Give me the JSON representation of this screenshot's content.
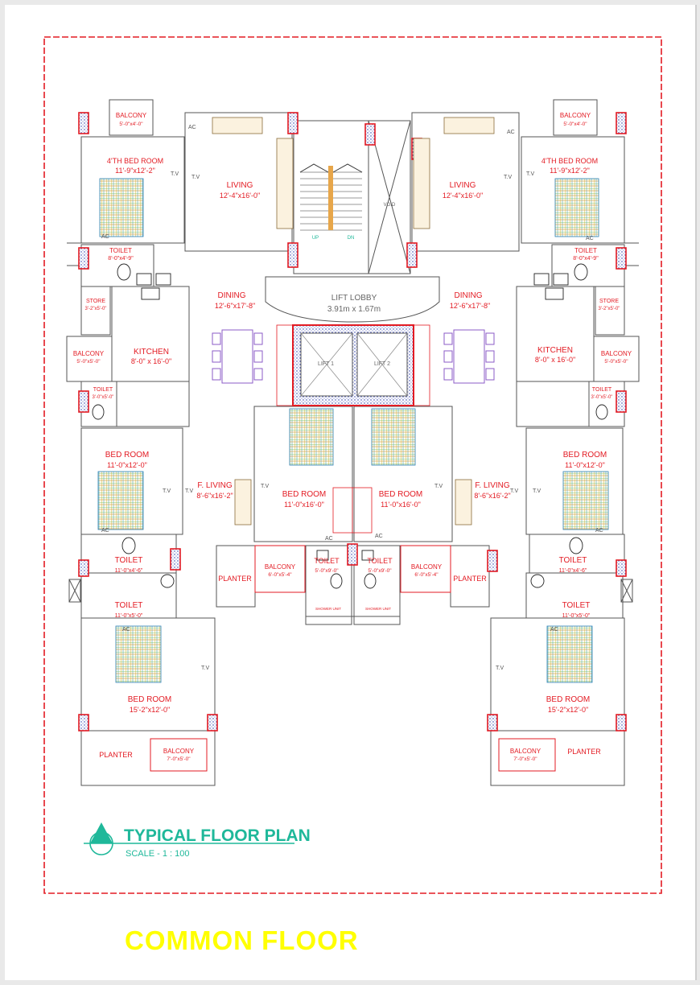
{
  "plan": {
    "title": "TYPICAL FLOOR PLAN",
    "scale": "SCALE - 1 : 100",
    "footer": "COMMON FLOOR",
    "left": {
      "balcony_top": {
        "name": "BALCONY",
        "size": "5'-0\"x4'-0\""
      },
      "bed4": {
        "name": "4'TH BED ROOM",
        "size": "11'-9\"x12'-2\""
      },
      "living": {
        "name": "LIVING",
        "size": "12'-4\"x16'-0\""
      },
      "toilet1": {
        "name": "TOILET",
        "size": "8'-0\"x4'-9\""
      },
      "store": {
        "name": "STORE",
        "size": "3'-2\"x5'-0\""
      },
      "dining": {
        "name": "DINING",
        "size": "12'-6\"x17'-8\""
      },
      "balcony_mid": {
        "name": "BALCONY",
        "size": "5'-0\"x5'-0\""
      },
      "kitchen": {
        "name": "KITCHEN",
        "size": "8'-0\" x 16'-0\""
      },
      "toilet2": {
        "name": "TOILET",
        "size": "3'-0\"x5'-0\""
      },
      "bed": {
        "name": "BED ROOM",
        "size": "11'-0\"x12'-0\""
      },
      "fliving": {
        "name": "F. LIVING",
        "size": "8'-6\"x16'-2\""
      },
      "toilet3": {
        "name": "TOILET",
        "size": "11'-0\"x4'-6\""
      },
      "toilet4": {
        "name": "TOILET",
        "size": "11'-0\"x5'-0\""
      },
      "bed_big": {
        "name": "BED ROOM",
        "size": "15'-2\"x12'-0\""
      },
      "planter": "PLANTER",
      "balcony_bot": {
        "name": "BALCONY",
        "size": "7'-0\"x5'-0\""
      },
      "planter_mid": "PLANTER"
    },
    "right": {
      "balcony_top": {
        "name": "BALCONY",
        "size": "5'-0\"x4'-0\""
      },
      "bed4": {
        "name": "4'TH BED ROOM",
        "size": "11'-9\"x12'-2\""
      },
      "living": {
        "name": "LIVING",
        "size": "12'-4\"x16'-0\""
      },
      "toilet1": {
        "name": "TOILET",
        "size": "8'-0\"x4'-9\""
      },
      "store": {
        "name": "STORE",
        "size": "3'-2\"x5'-0\""
      },
      "dining": {
        "name": "DINING",
        "size": "12'-6\"x17'-8\""
      },
      "balcony_mid": {
        "name": "BALCONY",
        "size": "5'-0\"x5'-0\""
      },
      "kitchen": {
        "name": "KITCHEN",
        "size": "8'-0\" x 16'-0\""
      },
      "toilet2": {
        "name": "TOILET",
        "size": "3'-0\"x5'-0\""
      },
      "bed": {
        "name": "BED ROOM",
        "size": "11'-0\"x12'-0\""
      },
      "fliving": {
        "name": "F. LIVING",
        "size": "8'-6\"x16'-2\""
      },
      "toilet3": {
        "name": "TOILET",
        "size": "11'-0\"x4'-6\""
      },
      "toilet4": {
        "name": "TOILET",
        "size": "11'-0\"x5'-0\""
      },
      "bed_big": {
        "name": "BED ROOM",
        "size": "15'-2\"x12'-0\""
      },
      "planter": "PLANTER",
      "balcony_bot": {
        "name": "BALCONY",
        "size": "7'-0\"x5'-0\""
      },
      "planter_mid": "PLANTER"
    },
    "center": {
      "void": "VOID",
      "up": "UP",
      "dn": "DN",
      "lobby": {
        "name": "LIFT LOBBY",
        "size": "3.91m x 1.67m"
      },
      "lift1": "LIFT 1",
      "lift2": "LIFT 2",
      "bedL": {
        "name": "BED ROOM",
        "size": "11'-0\"x16'-0\""
      },
      "bedR": {
        "name": "BED ROOM",
        "size": "11'-0\"x16'-0\""
      },
      "balconyL": {
        "name": "BALCONY",
        "size": "6'-0\"x5'-4\""
      },
      "balconyR": {
        "name": "BALCONY",
        "size": "6'-0\"x5'-4\""
      },
      "toiletL": {
        "name": "TOILET",
        "size": "5'-0\"x9'-0\""
      },
      "toiletR": {
        "name": "TOILET",
        "size": "5'-0\"x9'-0\""
      },
      "shower": "SHOWER UNIT"
    },
    "tags": {
      "ac": "AC",
      "tv": "T.V"
    },
    "colors": {
      "label": "#e31b23",
      "border": "#e31b23",
      "title": "#1fb89a",
      "footer": "#ffff00"
    }
  }
}
